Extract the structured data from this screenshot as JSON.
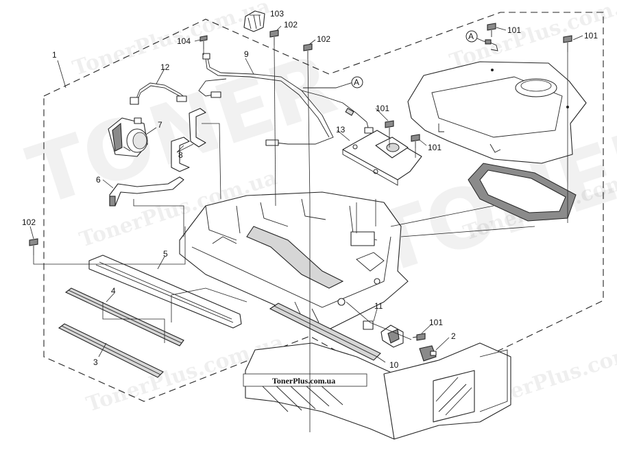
{
  "watermark": {
    "brand_big": "TONER",
    "brand_small": "TonerPlus.com.ua"
  },
  "banner": "TonerPlus.com.ua",
  "callouts": {
    "c1": "1",
    "c2": "2",
    "c3": "3",
    "c4": "4",
    "c5": "5",
    "c6": "6",
    "c7": "7",
    "c8": "8",
    "c9": "9",
    "c10": "10",
    "c11": "11",
    "c12": "12",
    "c13": "13",
    "c101a": "101",
    "c101b": "101",
    "c101c": "101",
    "c101d": "101",
    "c101e": "101",
    "c102a": "102",
    "c102b": "102",
    "c102c": "102",
    "c103": "103",
    "c104": "104"
  },
  "connector_marks": {
    "a1": "A",
    "a2": "A"
  }
}
